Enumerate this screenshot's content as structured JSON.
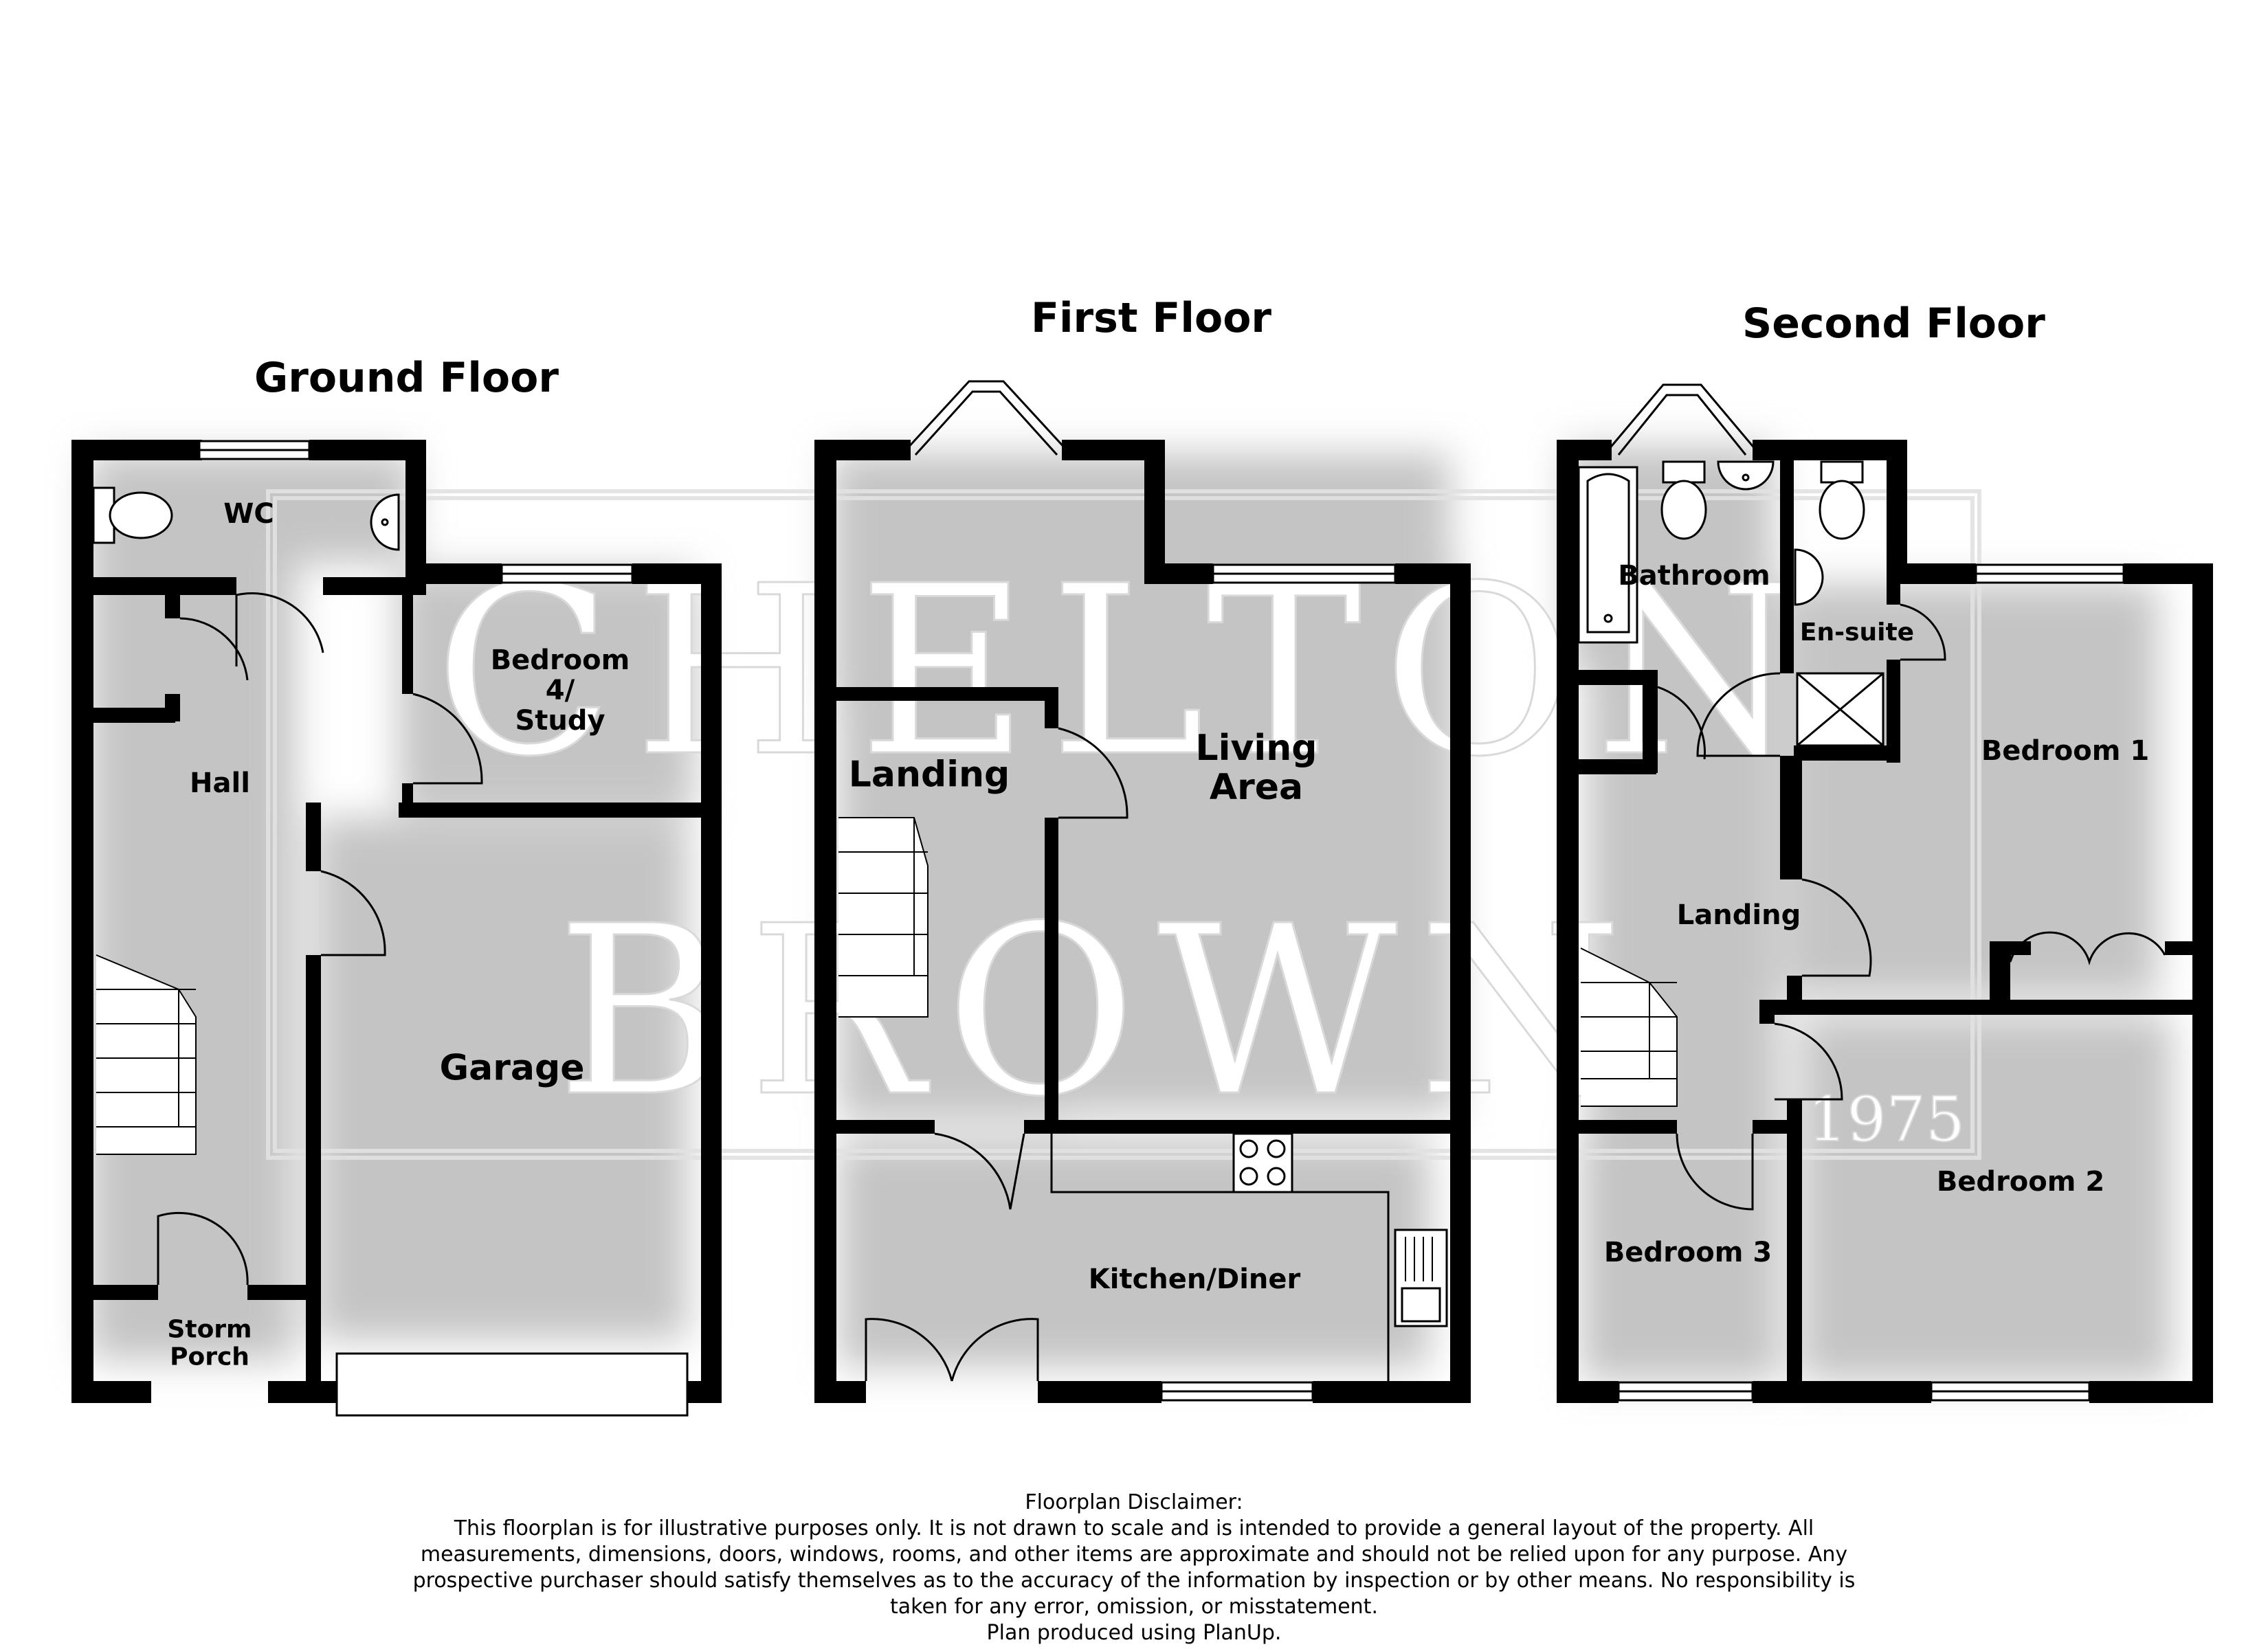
{
  "floors": {
    "ground": {
      "title": "Ground Floor",
      "rooms": {
        "wc": "WC",
        "bedroom4": "Bedroom\n4/\nStudy",
        "hall": "Hall",
        "garage": "Garage",
        "storm_porch": "Storm\nPorch"
      }
    },
    "first": {
      "title": "First Floor",
      "rooms": {
        "landing": "Landing",
        "living": "Living\nArea",
        "kitchen": "Kitchen/Diner"
      }
    },
    "second": {
      "title": "Second Floor",
      "rooms": {
        "bathroom": "Bathroom",
        "ensuite": "En-suite",
        "bedroom1": "Bedroom 1",
        "landing": "Landing",
        "bedroom2": "Bedroom 2",
        "bedroom3": "Bedroom 3"
      }
    }
  },
  "watermark": {
    "line1": "CHELTON",
    "line2": "BROWN",
    "year": "1975"
  },
  "disclaimer": {
    "heading": "Floorplan Disclaimer:",
    "line1": "This floorplan is for illustrative purposes only. It is not drawn to scale and is intended to provide a general layout of the property. All",
    "line2": "measurements, dimensions, doors, windows, rooms, and other items are approximate and should not be relied upon for any purpose. Any",
    "line3": "prospective purchaser should satisfy themselves as to the accuracy of the information by inspection or by other means. No responsibility is",
    "line4": "taken for any error, omission, or misstatement.",
    "credit": "Plan produced using PlanUp."
  },
  "colors": {
    "wall": "#000000",
    "floor_shade": "#cfcfcf",
    "watermark": "#ffffff"
  }
}
